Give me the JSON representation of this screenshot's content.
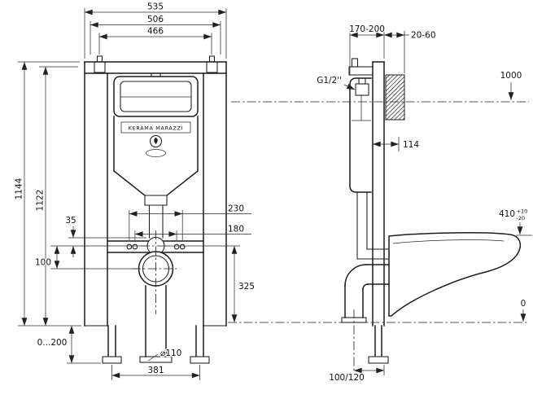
{
  "drawing": {
    "brand_plate": "KERAMA MARAZZI",
    "front": {
      "width_total": "535",
      "width_mid": "506",
      "width_inner": "466",
      "height_total": "1144",
      "height_inner": "1122",
      "offset_small": "35",
      "offset_outlet": "100",
      "studs_wide": "230",
      "studs_narrow": "180",
      "height_outlet": "325",
      "feet_range": "0...200",
      "base_width": "381",
      "drain_diameter": "⌀110"
    },
    "side": {
      "depth_range": "170-200",
      "plate_depth": "20-60",
      "water_thread": "G1/2''",
      "level_top": "1000",
      "cistern_depth": "114",
      "bowl_height": "410",
      "bowl_height_tol_plus": "+10",
      "bowl_height_tol_minus": "-20",
      "level_floor": "0",
      "outlet_offset": "100/120"
    }
  }
}
